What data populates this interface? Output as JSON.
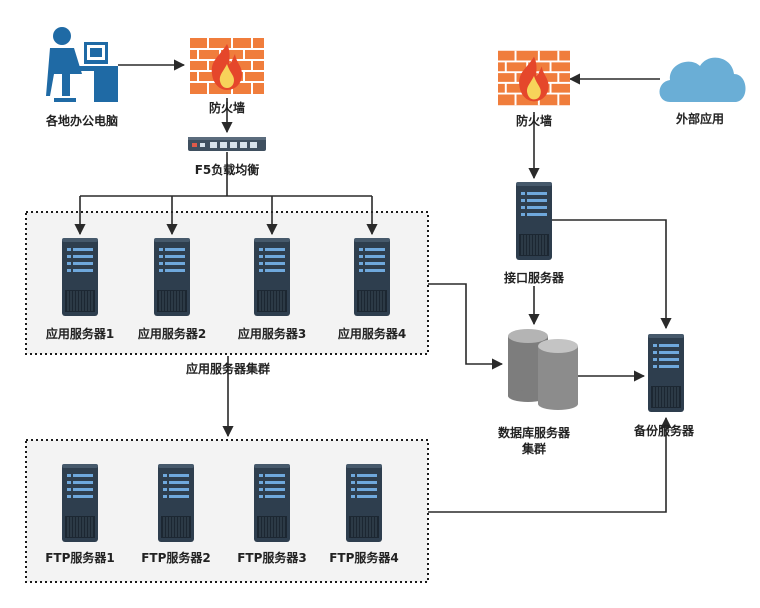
{
  "nodes": {
    "office_pc": "各地办公电脑",
    "firewall_internal": "防火墙",
    "f5": "F5负载均衡",
    "firewall_external": "防火墙",
    "external_app": "外部应用",
    "interface_server": "接口服务器",
    "app_servers": [
      "应用服务器1",
      "应用服务器2",
      "应用服务器3",
      "应用服务器4"
    ],
    "app_cluster": "应用服务器集群",
    "db_cluster_line1": "数据库服务器",
    "db_cluster_line2": "集群",
    "backup_server": "备份服务器",
    "ftp_servers": [
      "FTP服务器1",
      "FTP服务器2",
      "FTP服务器3",
      "FTP服务器4"
    ]
  },
  "colors": {
    "firewall": "#f07d3c",
    "cloud": "#6aaed6",
    "person": "#1f6aa5",
    "server_body": "#2e3e4e",
    "database": "#8c8c8c"
  },
  "icons": {
    "office_pc": "person-at-computer-icon",
    "firewall": "firewall-icon",
    "f5": "network-switch-icon",
    "server": "server-rack-icon",
    "database": "database-icon",
    "cloud": "cloud-icon"
  }
}
